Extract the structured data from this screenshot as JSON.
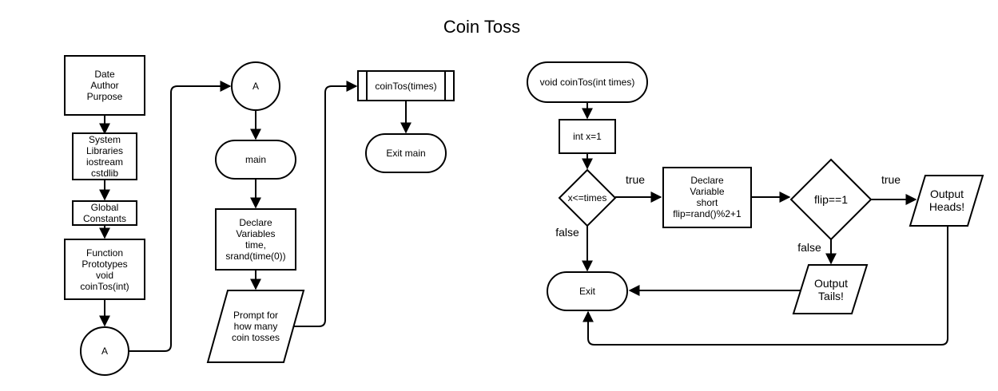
{
  "title": "Coin Toss",
  "nodes": {
    "header": [
      "Date",
      "Author",
      "Purpose"
    ],
    "libraries": [
      "System",
      "Libraries",
      "iostream",
      "cstdlib"
    ],
    "constants": [
      "Global",
      "Constants"
    ],
    "prototypes": [
      "Function",
      "Prototypes",
      "void",
      "coinTos(int)"
    ],
    "connector_out": [
      "A"
    ],
    "connector_in": [
      "A"
    ],
    "main": [
      "main"
    ],
    "declare_main": [
      "Declare",
      "Variables",
      "time,",
      "srand(time(0))"
    ],
    "prompt": [
      "Prompt for",
      "how many",
      "coin tosses"
    ],
    "call": [
      "coinTos(times)"
    ],
    "exit_main": [
      "Exit main"
    ],
    "func_start": [
      "void coinTos(int times)"
    ],
    "init": [
      "int x=1"
    ],
    "loop_cond": [
      "x<=times"
    ],
    "declare_flip": [
      "Declare",
      "Variable",
      "short",
      "flip=rand()%2+1"
    ],
    "flip_cond": [
      "flip==1"
    ],
    "out_heads": [
      "Output",
      "Heads!"
    ],
    "out_tails": [
      "Output",
      "Tails!"
    ],
    "exit": [
      "Exit"
    ]
  },
  "edge_labels": {
    "loop_true": "true",
    "loop_false": "false",
    "flip_true": "true",
    "flip_false": "false"
  }
}
